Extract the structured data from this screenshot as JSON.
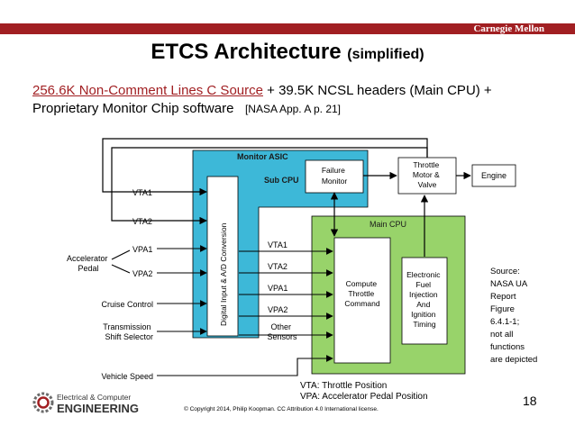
{
  "header": {
    "brand": "Carnegie Mellon"
  },
  "slide": {
    "title": "ETCS Architecture",
    "title_note": "(simplified)",
    "line1_link": "256.6K Non-Comment Lines C Source",
    "line1_rest": " + 39.5K NCSL headers (Main CPU) +",
    "line2_text": "Proprietary Monitor Chip software",
    "line2_ref": "[NASA App. A p. 21]"
  },
  "diagram": {
    "monitor_asic": "Monitor ASIC",
    "sub_cpu": "Sub CPU",
    "failure_monitor": [
      "Failure",
      "Monitor"
    ],
    "throttle_motor": [
      "Throttle",
      "Motor &",
      "Valve"
    ],
    "engine": "Engine",
    "main_cpu": "Main CPU",
    "adc": "Digital Input & A/D Conversion",
    "compute_throttle": [
      "Compute",
      "Throttle",
      "Command"
    ],
    "efi": [
      "Electronic",
      "Fuel",
      "Injection",
      "And",
      "Ignition",
      "Timing"
    ],
    "inputs": {
      "vta1": "VTA1",
      "vta2": "VTA2",
      "vpa1": "VPA1",
      "vpa2": "VPA2",
      "accelerator": [
        "Accelerator",
        "Pedal"
      ],
      "cruise": "Cruise Control",
      "transmission": [
        "Transmission",
        "Shift Selector"
      ],
      "vehicle_speed": "Vehicle Speed"
    },
    "internal": {
      "vta1": "VTA1",
      "vta2": "VTA2",
      "vpa1": "VPA1",
      "vpa2": "VPA2",
      "other_sensors": [
        "Other",
        "Sensors"
      ]
    },
    "source_note": [
      "Source:",
      "NASA UA",
      "Report",
      "Figure",
      "6.4.1-1;",
      "not all",
      "functions",
      "are depicted"
    ],
    "legend_vta": "VTA: Throttle Position",
    "legend_vpa": "VPA: Accelerator Pedal Position",
    "colors": {
      "monitor": "#3db8d8",
      "main": "#98d36a",
      "line": "#000000"
    }
  },
  "footer": {
    "logo_top": "Electrical & Computer",
    "logo_bottom": "ENGINEERING",
    "copyright": "© Copyright 2014, Philip Koopman. CC Attribution 4.0 International license.",
    "page_number": "18"
  }
}
